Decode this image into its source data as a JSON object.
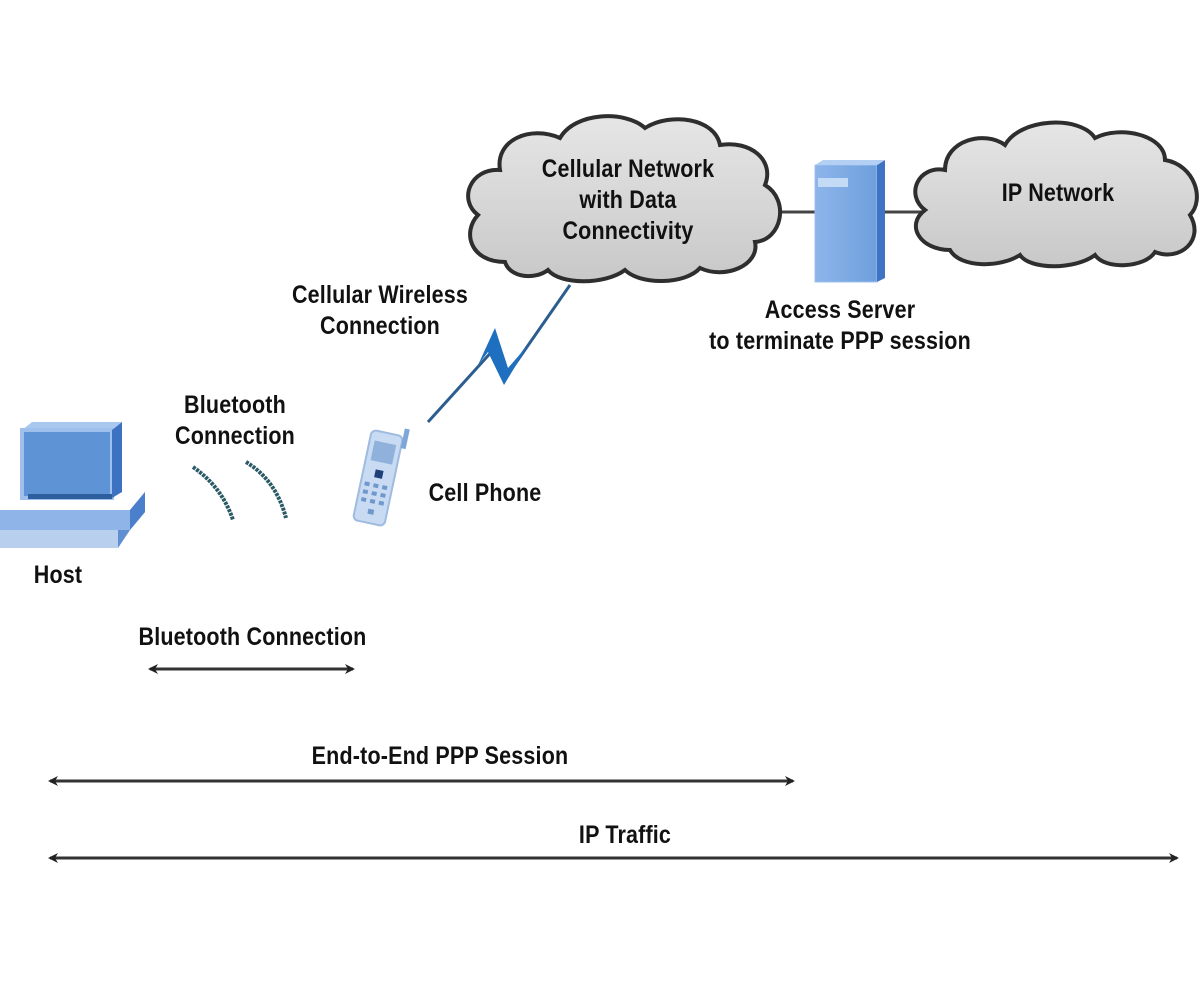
{
  "diagram": {
    "nodes": {
      "cellular_cloud": {
        "lines": [
          "Cellular Network",
          "with Data",
          "Connectivity"
        ]
      },
      "ip_cloud": {
        "label": "IP Network"
      },
      "access_server": {
        "lines": [
          "Access Server",
          "to terminate PPP session"
        ]
      },
      "host": {
        "label": "Host"
      },
      "cell_phone": {
        "label": "Cell Phone"
      }
    },
    "links": {
      "cellular_wireless": {
        "lines": [
          "Cellular Wireless",
          "Connection"
        ]
      },
      "bluetooth_wireless": {
        "lines": [
          "Bluetooth",
          "Connection"
        ]
      }
    },
    "spans": [
      {
        "id": "bluetooth",
        "label": "Bluetooth Connection"
      },
      {
        "id": "ppp",
        "label": "End-to-End PPP Session"
      },
      {
        "id": "ip",
        "label": "IP Traffic"
      }
    ],
    "colors": {
      "cloud_fill": "#d4d4d4",
      "cloud_stroke": "#2e2e2e",
      "device_blue": "#6a9ad8",
      "device_blue_dark": "#3f74c4",
      "lightning": "#1f6fc0",
      "bluetooth_arc": "#2a5a66",
      "arrow": "#333333",
      "text": "#111111"
    }
  }
}
